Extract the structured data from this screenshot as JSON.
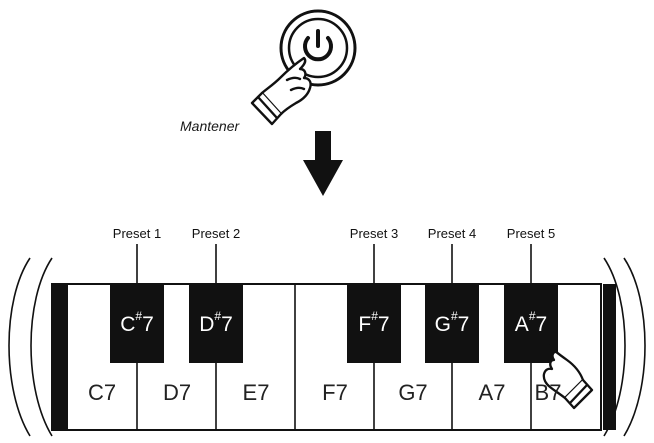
{
  "caption": "Mantener",
  "presets": [
    "Preset 1",
    "Preset 2",
    "Preset 3",
    "Preset 4",
    "Preset 5"
  ],
  "white_keys": [
    "C7",
    "D7",
    "E7",
    "F7",
    "G7",
    "A7",
    "B7"
  ],
  "black_keys": [
    {
      "note": "C",
      "sharp": "#",
      "octave": "7"
    },
    {
      "note": "D",
      "sharp": "#",
      "octave": "7"
    },
    {
      "note": "F",
      "sharp": "#",
      "octave": "7"
    },
    {
      "note": "G",
      "sharp": "#",
      "octave": "7"
    },
    {
      "note": "A",
      "sharp": "#",
      "octave": "7"
    }
  ],
  "icons": [
    "power-icon",
    "pointing-hand-icon",
    "arrow-down-icon"
  ]
}
